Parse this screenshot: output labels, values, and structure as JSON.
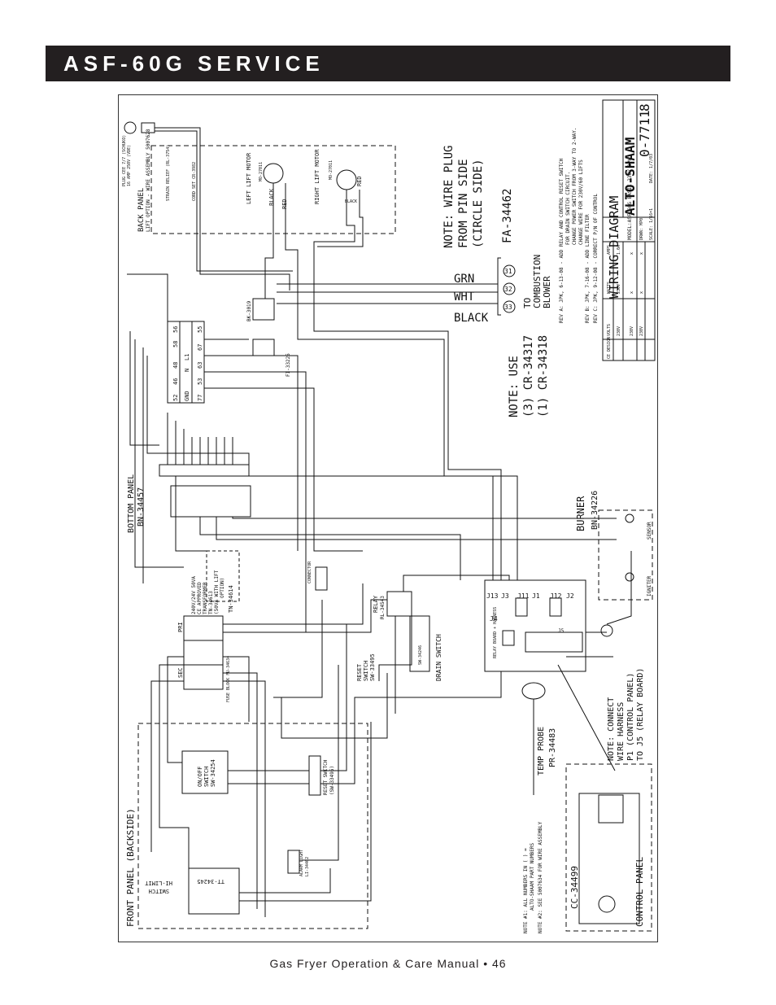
{
  "header": {
    "title": "ASF-60G SERVICE"
  },
  "footer": {
    "text": "Gas Fryer Operation & Care Manual • 46"
  },
  "diagram": {
    "title_block": {
      "title": "WIRING DIAGRAM",
      "brand": "ALTO-SHAAM",
      "drawing_number": "0-7711",
      "suffix": "8",
      "model": "MODEL:ASF-60G BASIC 230V 1PH",
      "rev_a": "REV A: JPK, 6-13-08 - ADD RELAY AND CONTROL RESET SWITCH",
      "rev_a2": "FOR DRAIN SWITCH CIRCUIT.",
      "rev_a3": "CHANGE POWER SWITCH FROM 3-WAY TO 2-WAY.",
      "rev_a4": "CHANGE WIRE FOR 230V/60 LIFTS",
      "rev_b": "REV B: JPK, 7-16-08 - ADD LINE FILTER",
      "rev_c": "REV C: JPK, 9-12-08 - CORRECT P/N OF CONTROL",
      "table_headers": [
        "VOLTS",
        "WATTS",
        "AMPS"
      ],
      "table_rows": [
        [
          "230V",
          "230V",
          "1.0A"
        ],
        [
          "230V",
          "x",
          "x"
        ],
        [
          "230V",
          "x",
          "x"
        ]
      ],
      "design": "CE DESIGN",
      "drawn": "DRWN: MP0",
      "scale": "SCALE: 1/16=1",
      "date": "DATE: 1/7/03"
    },
    "back_panel": {
      "label": "BACK PANEL",
      "lift_option": "LIFT OPTION - WIRE ASSEMBLY 5007628",
      "plug": "PLUG CEE 7/7 (SCHUKO)",
      "plug_amp": "16 AMP 250V (VDE)",
      "strain_relief": "STRAIN RELIEF (RL-3754)",
      "cord_set": "CORD SET CR-3982",
      "left_lift": "LEFT LIFT MOTOR",
      "left_lift_pn": "MO-27011",
      "right_lift": "RIGHT LIFT MOTOR",
      "right_lift_pn": "MO-27011",
      "black": "BLACK",
      "red": "RED"
    },
    "notes": {
      "wire_plug": [
        "NOTE: WIRE PLUG",
        "FROM PIN SIDE",
        "(CIRCLE SIDE)"
      ],
      "plug_pn": "FA-34462",
      "grn": "GRN",
      "wht": "WHT",
      "black": "BLACK",
      "pins": [
        "31",
        "32",
        "33"
      ],
      "to_blower": [
        "TO",
        "COMBUSTION",
        "BLOWER"
      ],
      "use": [
        "NOTE: USE",
        "(3) CR-34317",
        "(1) CR-34318"
      ],
      "connect": [
        "NOTE: CONNECT",
        "WIRE HARNESS",
        "P1 (CONTROL PANEL)",
        "TO J5 (RELAY BOARD)"
      ],
      "note1": "NOTE #1: ALL NUMBERS IN ( ) =",
      "note1b": "ALTO-SHAAM PART NUMBERS",
      "note2": "NOTE #2: SEE 5007634 FOR WIRE ASSEMBLY"
    },
    "components": {
      "bottom_panel": "BOTTOM PANEL",
      "bottom_panel_pn": "BN-34457",
      "terminal": "BK-3019",
      "terminal_filter": "FI-33225",
      "block_labels": [
        "GND",
        "N",
        "L1"
      ],
      "block_left_nums": [
        "52",
        "46",
        "48",
        "58",
        "56"
      ],
      "block_right_nums": [
        "77",
        "53",
        "63",
        "67",
        "55"
      ],
      "transformer": [
        "240V/24V 50VA",
        "CE APPROVED",
        "TRANSFORMER",
        "TN-34613",
        "(50VA WITH LIFT",
        "OPTION)",
        "TN-34614"
      ],
      "pri": "PRI",
      "sec": "SEC",
      "fuse_block": "FUSE BLOCK FU-34634",
      "relay": "RELAY",
      "relay_pn": "RL-34543",
      "reset_switch": [
        "RESET",
        "SWITCH",
        "SW-33495"
      ],
      "drain_switch": "DRAIN SWITCH",
      "drain_pn": "SW-34246",
      "connector": "CONNECTOR",
      "burner": "BURNER",
      "burner_pn": "BN-34226",
      "sensor": "SENSOR",
      "igniter": "IGNITER",
      "relay_board": "RELAY BOARD + HARNESS",
      "jacks": [
        "J13",
        "J3",
        "J11",
        "J1",
        "J12",
        "J2",
        "J4",
        "J5"
      ],
      "temp_probe": "TEMP PROBE",
      "temp_probe_pn": "PR-34483",
      "control_panel": "CONTROL PANEL",
      "control_pn": "CC-34499",
      "front_panel": "FRONT PANEL (BACKSIDE)",
      "onoff": [
        "ON/OFF",
        "SWITCH",
        "SW-34254"
      ],
      "reset2": [
        "RESET SWITCH",
        "(SW-33495)"
      ],
      "alarm_light": [
        "ALARM LIGHT",
        "LI-34462"
      ],
      "hi_limit": [
        "HI-LIMIT",
        "SWITCH"
      ],
      "hi_limit_pn": "TT-34245"
    }
  }
}
